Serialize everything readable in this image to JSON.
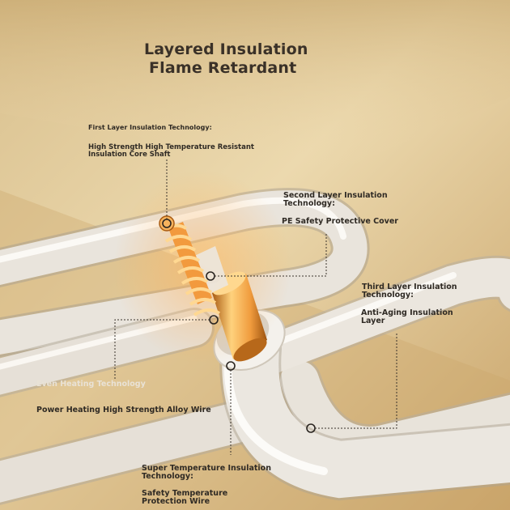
{
  "title": {
    "line1": "Layered Insulation",
    "line2": "Flame Retardant"
  },
  "callouts": {
    "first_layer_heading": "First Layer Insulation Technology:",
    "first_layer_text": "High Strength High Temperature Resistant\n Insulation Core Shaft",
    "second_layer_heading": "Second Layer Insulation\n Technology:",
    "second_layer_text": "PE Safety Protective Cover",
    "third_layer_heading": "Third Layer Insulation\n Technology:",
    "third_layer_text": "Anti-Aging Insulation\n Layer",
    "even_heating_heading": "Even Heating Technology",
    "even_heating_text": "Power Heating High Strength Alloy Wire",
    "super_temp_heading": "Super Temperature Insulation\n Technology:",
    "super_temp_text": "Safety Temperature\n Protection Wire"
  },
  "colors": {
    "background": "#e3c992",
    "tube": "#e7e2da",
    "copper": "#f2a14a",
    "label_text": "#2f2a24"
  }
}
